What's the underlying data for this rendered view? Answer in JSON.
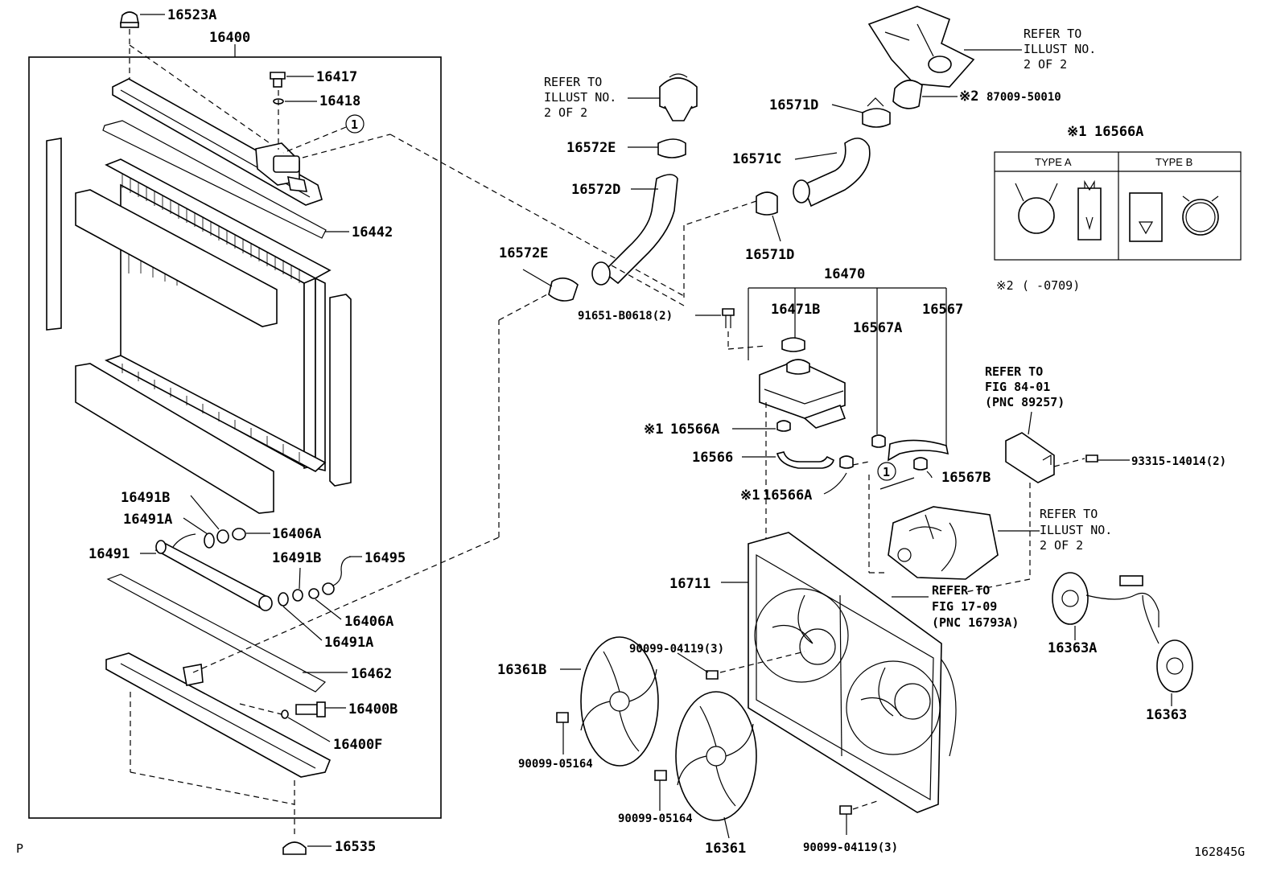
{
  "labels": {
    "p16523A": "16523A",
    "p16400": "16400",
    "p16417": "16417",
    "p16418": "16418",
    "p16442": "16442",
    "p16491B_a": "16491B",
    "p16491A_a": "16491A",
    "p16406A_a": "16406A",
    "p16491": "16491",
    "p16491B_b": "16491B",
    "p16495": "16495",
    "p16406A_b": "16406A",
    "p16491A_b": "16491A",
    "p16462": "16462",
    "p16400B": "16400B",
    "p16400F": "16400F",
    "p16535": "16535",
    "p16572E_a": "16572E",
    "p16572D": "16572D",
    "p16572E_b": "16572E",
    "p16571D_a": "16571D",
    "p16571C": "16571C",
    "p16571D_b": "16571D",
    "p87009": "87009-50010",
    "p16566A_hdr": "16566A",
    "p91651": "91651-B0618(2)",
    "p16470": "16470",
    "p16471B": "16471B",
    "p16567A": "16567A",
    "p16567": "16567",
    "p16566A_b": "16566A",
    "p16566": "16566",
    "p16566A_c": "16566A",
    "p16567B": "16567B",
    "p93315": "93315-14014(2)",
    "p16711": "16711",
    "p90099_04119_a": "90099-04119(3)",
    "p16361B": "16361B",
    "p90099_05164_a": "90099-05164",
    "p90099_05164_b": "90099-05164",
    "p16361": "16361",
    "p90099_04119_b": "90099-04119(3)",
    "p16363A": "16363A",
    "p16363": "16363"
  },
  "marks": {
    "note1": "※1",
    "note2": "※2",
    "circle1": "1",
    "letterP": "P",
    "figure_id": "162845G"
  },
  "refs": {
    "top_right": [
      "REFER TO",
      "ILLUST NO.",
      "2 OF 2"
    ],
    "thermostat": [
      "REFER TO",
      "ILLUST NO.",
      "2 OF 2"
    ],
    "ecu": [
      "REFER TO",
      "FIG 84-01",
      "(PNC 89257)"
    ],
    "water_inlet": [
      "REFER TO",
      "ILLUST NO.",
      "2 OF 2"
    ],
    "fan_shroud": [
      "REFER TO",
      "FIG 17-09",
      "(PNC 16793A)"
    ]
  },
  "clamp_table": {
    "type_a": "TYPE A",
    "type_b": "TYPE B"
  },
  "note2_range": "(      -0709)"
}
